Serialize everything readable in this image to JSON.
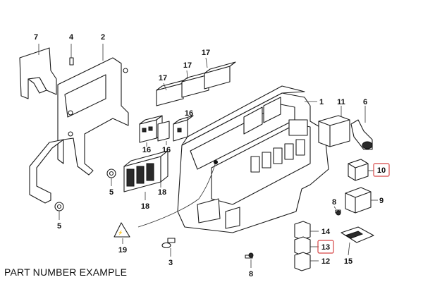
{
  "callouts": [
    {
      "id": "c7",
      "label": "7"
    },
    {
      "id": "c4",
      "label": "4"
    },
    {
      "id": "c2",
      "label": "2"
    },
    {
      "id": "c17a",
      "label": "17"
    },
    {
      "id": "c17b",
      "label": "17"
    },
    {
      "id": "c17c",
      "label": "17"
    },
    {
      "id": "c1",
      "label": "1"
    },
    {
      "id": "c11",
      "label": "11"
    },
    {
      "id": "c6",
      "label": "6"
    },
    {
      "id": "c16a",
      "label": "16"
    },
    {
      "id": "c16b",
      "label": "16"
    },
    {
      "id": "c16c",
      "label": "16"
    },
    {
      "id": "c10",
      "label": "10",
      "highlighted": true
    },
    {
      "id": "c9",
      "label": "9"
    },
    {
      "id": "c5a",
      "label": "5"
    },
    {
      "id": "c18a",
      "label": "18"
    },
    {
      "id": "c18b",
      "label": "18"
    },
    {
      "id": "c8a",
      "label": "8"
    },
    {
      "id": "c5b",
      "label": "5"
    },
    {
      "id": "c14",
      "label": "14"
    },
    {
      "id": "c13",
      "label": "13",
      "highlighted": true
    },
    {
      "id": "c12",
      "label": "12"
    },
    {
      "id": "c15",
      "label": "15"
    },
    {
      "id": "c19",
      "label": "19"
    },
    {
      "id": "c3",
      "label": "3"
    },
    {
      "id": "c8b",
      "label": "8"
    }
  ],
  "footer_text": "PART NUMBER EXAMPLE",
  "colors": {
    "line": "#1a1a1a",
    "highlight": "#d64545",
    "background": "#ffffff"
  }
}
